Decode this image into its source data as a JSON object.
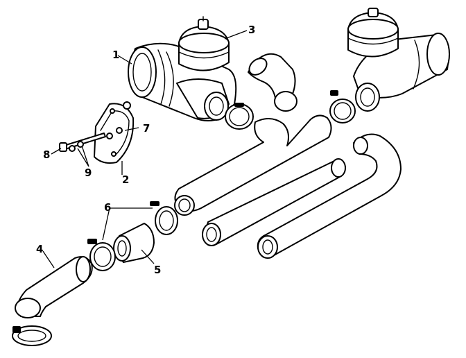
{
  "diagram": {
    "callouts": {
      "c1": "1",
      "c2": "2",
      "c3": "3",
      "c4": "4",
      "c5": "5",
      "c6": "6",
      "c7": "7",
      "c8": "8",
      "c9": "9"
    },
    "colors": {
      "ink": "#000000",
      "paper": "#ffffff"
    }
  }
}
